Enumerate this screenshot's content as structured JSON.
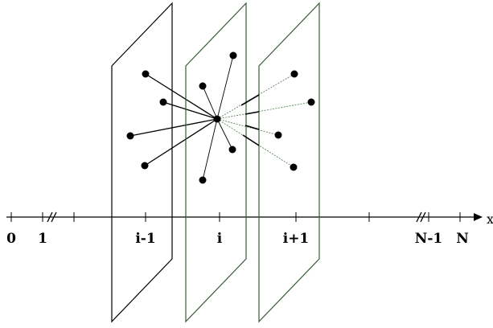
{
  "axis": {
    "name": "x",
    "labels": {
      "zero": "0",
      "one": "1",
      "i_minus": "i-1",
      "i": "i",
      "i_plus": "i+1",
      "n_minus": "N-1",
      "n": "N"
    }
  },
  "planes": [
    {
      "label": "i-1",
      "points": 4
    },
    {
      "label": "i",
      "points": 5
    },
    {
      "label": "i+1",
      "points": 4
    }
  ],
  "colors": {
    "ink": "#000000",
    "middle_plane": "#3a5a3a",
    "link_forward": "#4a7a4a"
  }
}
